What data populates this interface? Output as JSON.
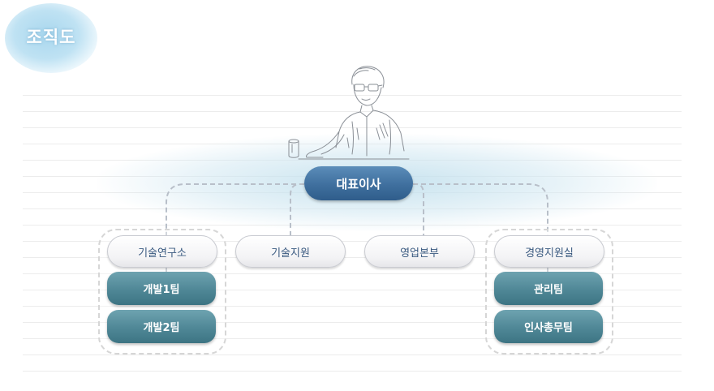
{
  "title": "조직도",
  "colors": {
    "ceo": "#3f6f9e",
    "dept_text": "#3a5a80",
    "team": "#4f8796",
    "connector": "#b8bfc9",
    "title_blob": "#a9d7ee"
  },
  "org": {
    "ceo": "대표이사",
    "departments": [
      {
        "label": "기술연구소",
        "teams": [
          "개발1팀",
          "개발2팀"
        ]
      },
      {
        "label": "기술지원",
        "teams": []
      },
      {
        "label": "영업본부",
        "teams": []
      },
      {
        "label": "경영지원실",
        "teams": [
          "관리팀",
          "인사총무팀"
        ]
      }
    ]
  }
}
